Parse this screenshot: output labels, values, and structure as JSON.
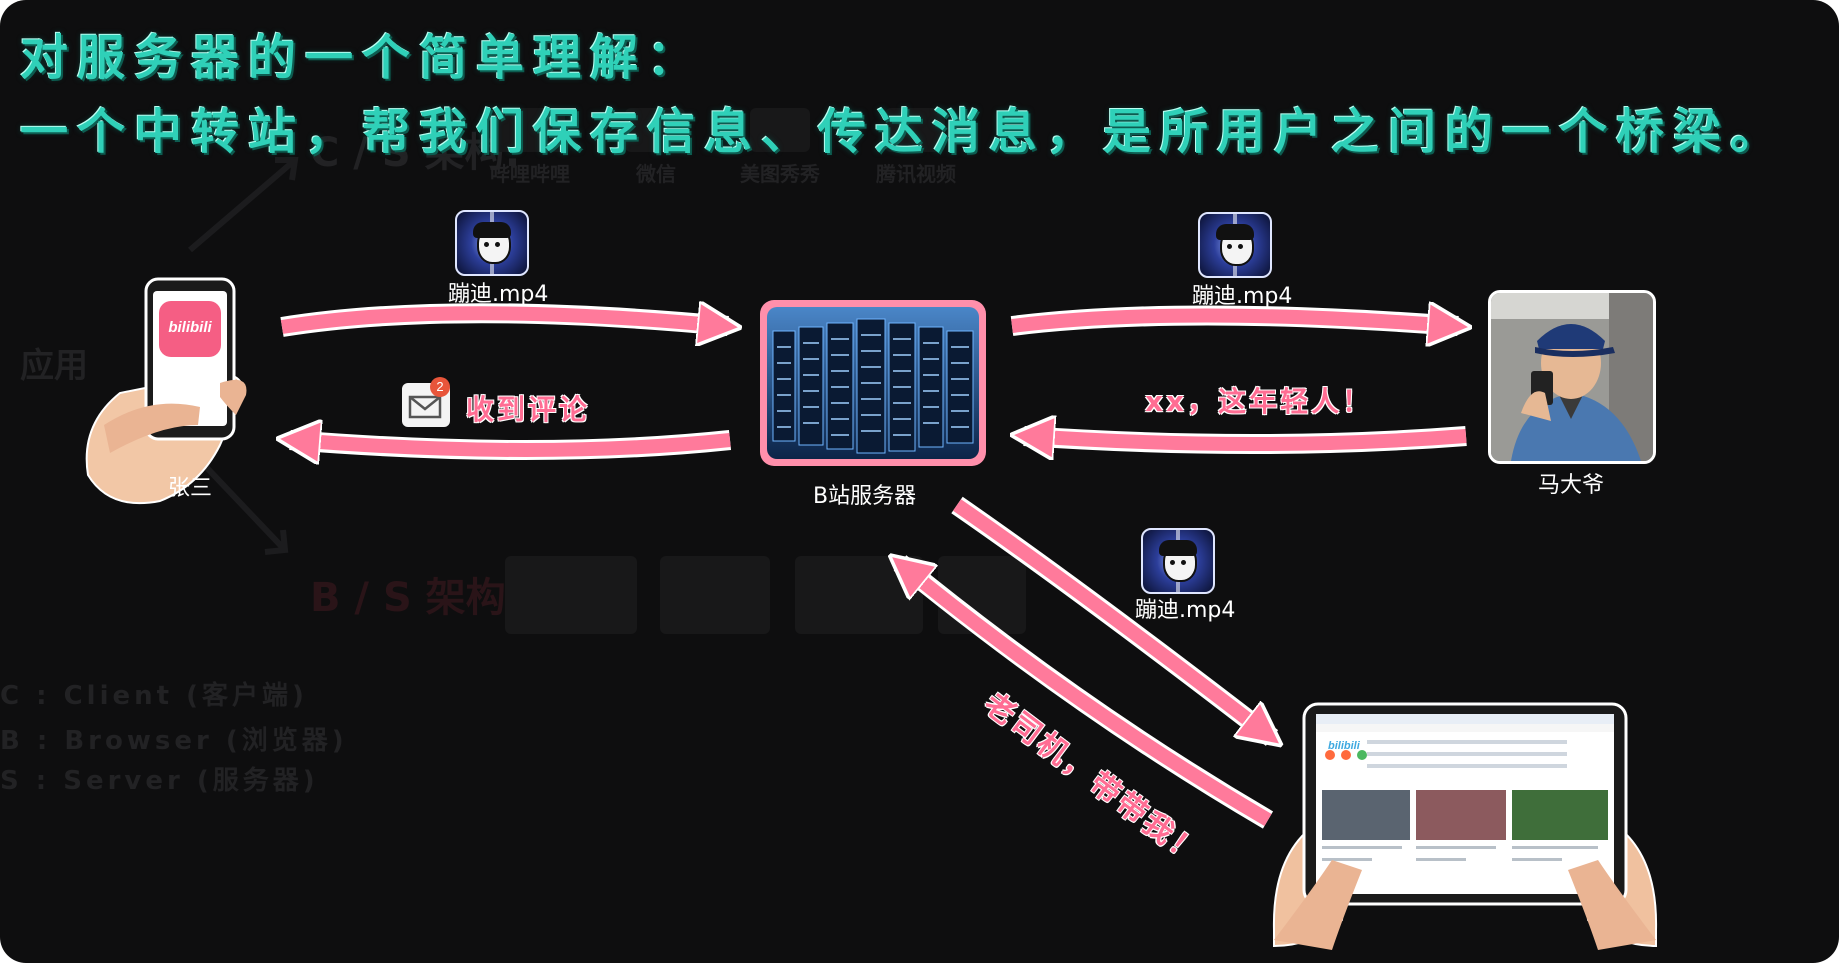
{
  "title": {
    "line1": "对服务器的一个简单理解：",
    "line2": "一个中转站，帮我们保存信息、传达消息，是所用户之间的一个桥梁。"
  },
  "nodes": {
    "client_phone_user": "张三",
    "server": "B站服务器",
    "client_old_man": "马大爷"
  },
  "messages": {
    "file_top_left": "蹦迪.mp4",
    "file_top_right": "蹦迪.mp4",
    "file_diagonal": "蹦迪.mp4",
    "received_comment": "收到评论",
    "mail_badge": "2",
    "old_man_comment": "xx，这年轻人！",
    "tablet_comment": "老司机，带带我！"
  },
  "app": {
    "phone_app_text": "bilibili",
    "tablet_logo": "bilibili"
  },
  "colors": {
    "title": "#2fd0b8",
    "arrow": "#ff7a9b",
    "arrow_outline": "#ffffff",
    "background": "#0e0e0f"
  },
  "icons": {
    "video": "video-thumbnail-icon",
    "mail": "mail-icon",
    "server": "server-rack-image",
    "phone": "smartphone-in-hand",
    "tablet": "tablet-in-hands"
  }
}
